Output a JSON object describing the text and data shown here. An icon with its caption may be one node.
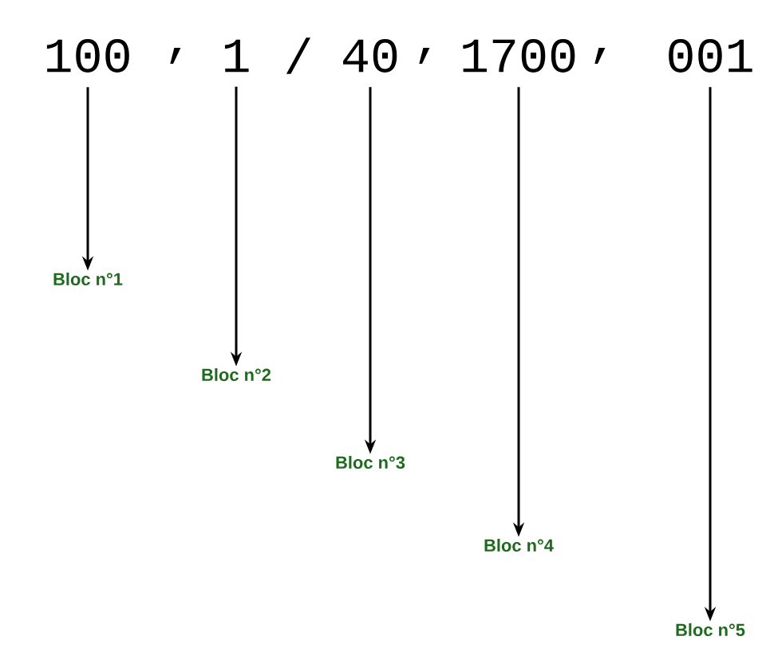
{
  "diagram": {
    "nodes": [
      {
        "text": [
          "100"
        ]
      },
      {
        "text": [
          "1"
        ]
      },
      {
        "text": [
          "40"
        ]
      },
      {
        "text": [
          "1700"
        ]
      },
      {
        "text": [
          "001"
        ]
      },
      {
        "text": [
          "Bloc n°1"
        ]
      },
      {
        "text": [
          "Bloc n°2"
        ]
      },
      {
        "text": [
          "Bloc n°3"
        ]
      },
      {
        "text": [
          "Bloc n°4"
        ]
      },
      {
        "text": [
          "Bloc n°5"
        ]
      }
    ],
    "edges": [
      {
        "from": 0,
        "to": 5,
        "arrow": "to"
      },
      {
        "from": 1,
        "to": 6,
        "arrow": "to"
      },
      {
        "from": 2,
        "to": 7,
        "arrow": "to"
      },
      {
        "from": 3,
        "to": 8,
        "arrow": "to"
      },
      {
        "from": 4,
        "to": 9,
        "arrow": "to"
      }
    ],
    "labels": [
      ",",
      "/",
      ",",
      ","
    ]
  }
}
